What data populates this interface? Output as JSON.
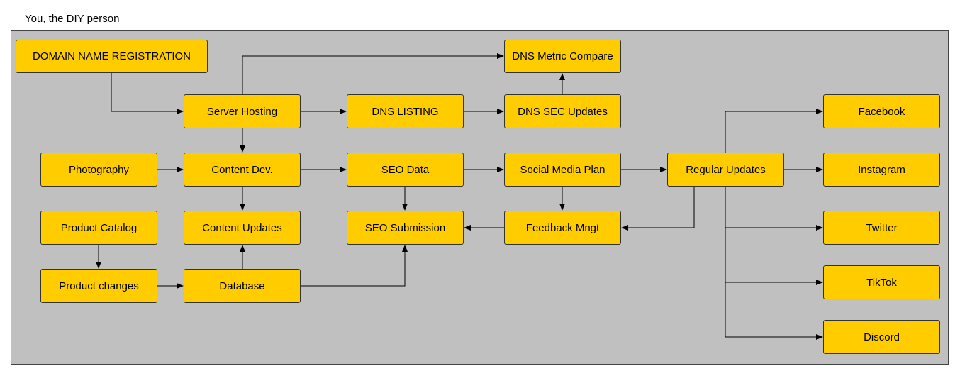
{
  "title": "You, the DIY person",
  "colors": {
    "node_fill": "#ffcc00",
    "container_fill": "#c0c0c0",
    "edge": "#000000"
  },
  "nodes": {
    "domain": "DOMAIN NAME REGISTRATION",
    "server": "Server Hosting",
    "dns_listing": "DNS LISTING",
    "dns_sec": "DNS SEC Updates",
    "dns_metric": "DNS Metric Compare",
    "photography": "Photography",
    "content_dev": "Content Dev.",
    "seo_data": "SEO Data",
    "social_plan": "Social Media Plan",
    "regular_updates": "Regular Updates",
    "product_catalog": "Product Catalog",
    "content_updates": "Content Updates",
    "seo_submission": "SEO Submission",
    "feedback": "Feedback Mngt",
    "product_changes": "Product changes",
    "database": "Database",
    "facebook": "Facebook",
    "instagram": "Instagram",
    "twitter": "Twitter",
    "tiktok": "TikTok",
    "discord": "Discord"
  },
  "edges": [
    {
      "from": "domain",
      "to": "server"
    },
    {
      "from": "server",
      "to": "dns_listing"
    },
    {
      "from": "server",
      "to": "dns_metric"
    },
    {
      "from": "server",
      "to": "content_dev"
    },
    {
      "from": "dns_listing",
      "to": "dns_sec"
    },
    {
      "from": "dns_sec",
      "to": "dns_metric"
    },
    {
      "from": "photography",
      "to": "content_dev"
    },
    {
      "from": "content_dev",
      "to": "seo_data"
    },
    {
      "from": "content_dev",
      "to": "content_updates"
    },
    {
      "from": "seo_data",
      "to": "social_plan"
    },
    {
      "from": "seo_data",
      "to": "seo_submission"
    },
    {
      "from": "social_plan",
      "to": "regular_updates"
    },
    {
      "from": "social_plan",
      "to": "feedback"
    },
    {
      "from": "regular_updates",
      "to": "feedback"
    },
    {
      "from": "feedback",
      "to": "seo_submission"
    },
    {
      "from": "regular_updates",
      "to": "facebook"
    },
    {
      "from": "regular_updates",
      "to": "instagram"
    },
    {
      "from": "regular_updates",
      "to": "twitter"
    },
    {
      "from": "regular_updates",
      "to": "tiktok"
    },
    {
      "from": "regular_updates",
      "to": "discord"
    },
    {
      "from": "product_catalog",
      "to": "product_changes"
    },
    {
      "from": "product_changes",
      "to": "database"
    },
    {
      "from": "database",
      "to": "content_updates"
    },
    {
      "from": "database",
      "to": "seo_submission"
    }
  ]
}
